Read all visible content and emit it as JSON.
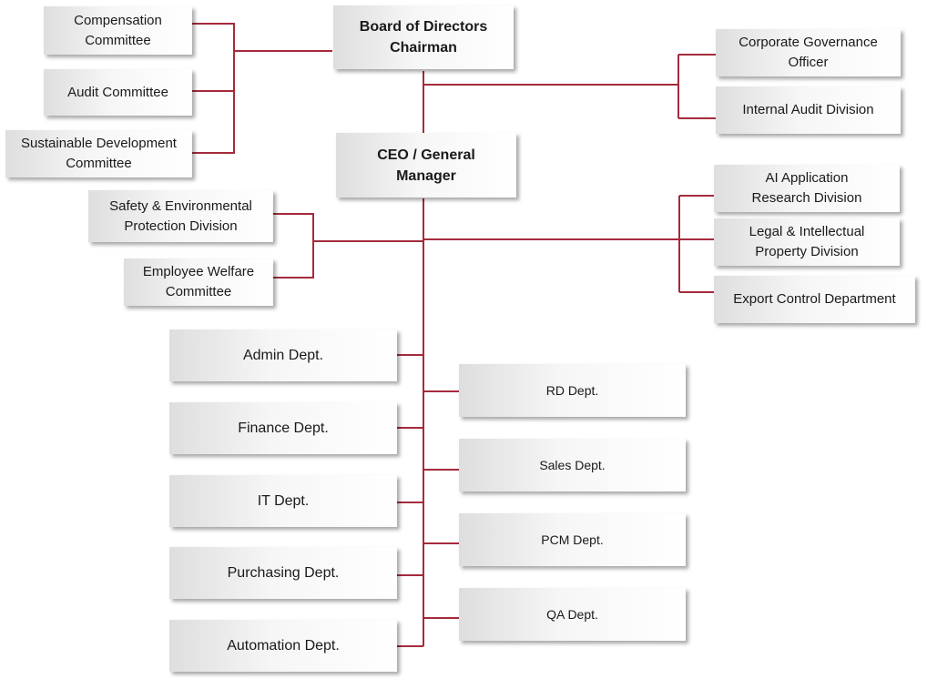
{
  "colors": {
    "line": "#a52a3c",
    "box_from": "#dedede",
    "box_to": "#ffffff"
  },
  "board": "Board of Directors\nChairman",
  "ceo": "CEO / General\nManager",
  "board_committees": {
    "compensation": "Compensation\nCommittee",
    "audit": "Audit Committee",
    "sustainable": "Sustainable Development\nCommittee"
  },
  "board_staff": {
    "governance": "Corporate Governance\nOfficer",
    "internal_audit": "Internal Audit Division"
  },
  "ceo_left": {
    "safety": "Safety & Environmental\nProtection Division",
    "welfare": "Employee Welfare\nCommittee"
  },
  "ceo_right": {
    "ai": "AI Application\nResearch Division",
    "legal": "Legal & Intellectual\nProperty Division",
    "export": "Export Control Department"
  },
  "departments_left": {
    "admin": "Admin Dept.",
    "finance": "Finance Dept.",
    "it": "IT Dept.",
    "purchasing": "Purchasing Dept.",
    "automation": "Automation Dept."
  },
  "departments_right": {
    "rd": "RD Dept.",
    "sales": "Sales Dept.",
    "pcm": "PCM Dept.",
    "qa": "QA Dept."
  }
}
